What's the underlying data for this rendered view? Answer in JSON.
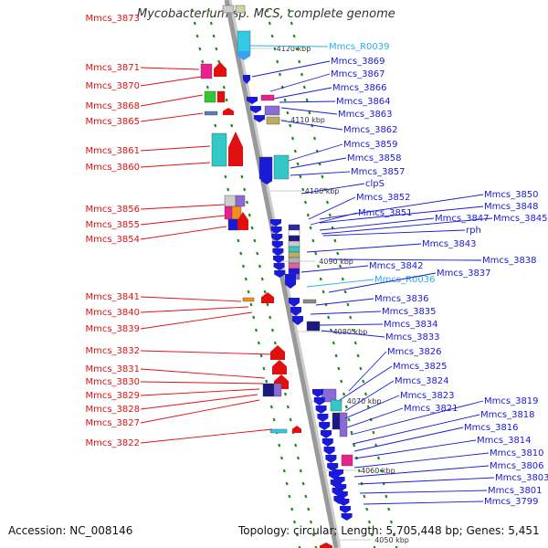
{
  "title": "Mycobacterium sp. MCS, complete genome",
  "accession": "Accession: NC_008146",
  "info": "Topology: circular; Length: 5,705,448 bp; Genes: 5,451",
  "colors": {
    "left_label": "#e01010",
    "right_label": "#1a1ad6",
    "rna_label": "#2ab0e6",
    "backbone": "#999999",
    "green_dash": "#1e8a1e"
  },
  "ticks": [
    "4120 kbp",
    "4110 kbp",
    "4100 kbp",
    "4090 kbp",
    "4080 kbp",
    "4070 kbp",
    "4060 kbp",
    "4050 kbp"
  ],
  "left_genes": [
    "Mmcs_3873",
    "Mmcs_3871",
    "Mmcs_3870",
    "Mmcs_3868",
    "Mmcs_3865",
    "Mmcs_3861",
    "Mmcs_3860",
    "Mmcs_3856",
    "Mmcs_3855",
    "Mmcs_3854",
    "Mmcs_3841",
    "Mmcs_3840",
    "Mmcs_3839",
    "Mmcs_3832",
    "Mmcs_3831",
    "Mmcs_3830",
    "Mmcs_3829",
    "Mmcs_3828",
    "Mmcs_3827",
    "Mmcs_3822"
  ],
  "right_genes": [
    "Mmcs_R0039",
    "Mmcs_3869",
    "Mmcs_3867",
    "Mmcs_3866",
    "Mmcs_3864",
    "Mmcs_3863",
    "Mmcs_3862",
    "Mmcs_3859",
    "Mmcs_3858",
    "Mmcs_3857",
    "clpS",
    "Mmcs_3852",
    "Mmcs_3850",
    "Mmcs_3848",
    "Mmcs_3851",
    "Mmcs_3847",
    "Mmcs_3845",
    "rph",
    "Mmcs_3843",
    "Mmcs_3838",
    "Mmcs_3842",
    "Mmcs_R0036",
    "Mmcs_3837",
    "Mmcs_3836",
    "Mmcs_3835",
    "Mmcs_3834",
    "Mmcs_3833",
    "Mmcs_3826",
    "Mmcs_3825",
    "Mmcs_3824",
    "Mmcs_3823",
    "Mmcs_3821",
    "Mmcs_3819",
    "Mmcs_3818",
    "Mmcs_3816",
    "Mmcs_3814",
    "Mmcs_3810",
    "Mmcs_3806",
    "Mmcs_3803",
    "Mmcs_3801",
    "Mmcs_3799"
  ],
  "rna_genes": [
    "Mmcs_R0039",
    "Mmcs_R0036"
  ]
}
